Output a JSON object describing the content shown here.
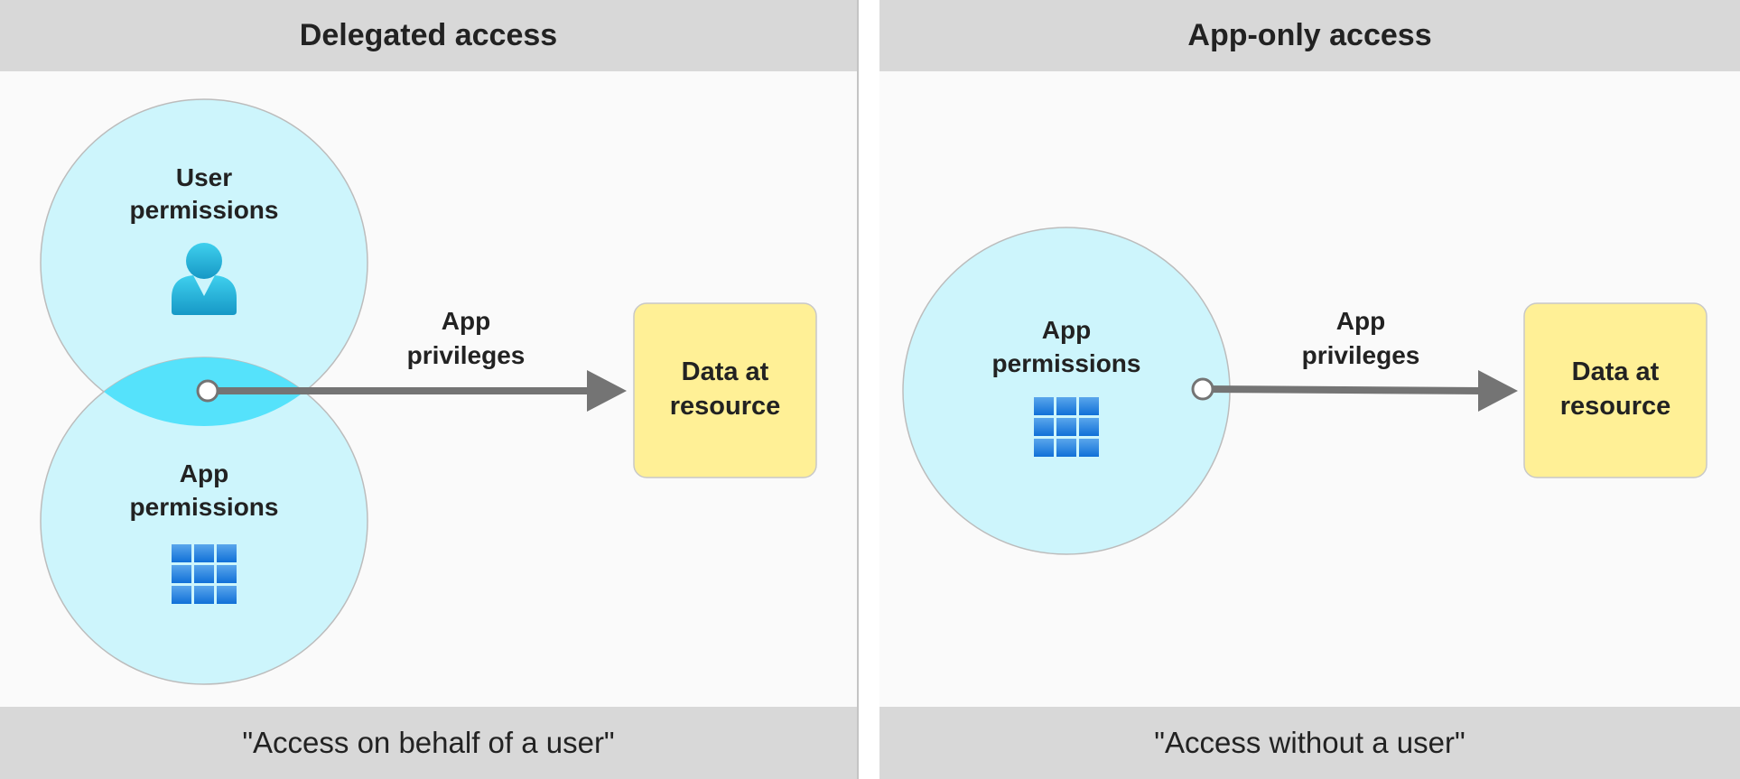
{
  "left_panel": {
    "title": "Delegated access",
    "footer": "\"Access on behalf of a user\"",
    "user_circle": {
      "line1": "User",
      "line2": "permissions",
      "icon": "user-icon"
    },
    "app_circle": {
      "line1": "App",
      "line2": "permissions",
      "icon": "app-grid-icon"
    },
    "arrow_label": {
      "line1": "App",
      "line2": "privileges"
    },
    "resource": {
      "line1": "Data at",
      "line2": "resource"
    }
  },
  "right_panel": {
    "title": "App-only access",
    "footer": "\"Access without a user\"",
    "app_circle": {
      "line1": "App",
      "line2": "permissions",
      "icon": "app-grid-icon"
    },
    "arrow_label": {
      "line1": "App",
      "line2": "privileges"
    },
    "resource": {
      "line1": "Data at",
      "line2": "resource"
    }
  },
  "colors": {
    "circle_fill": "#cdf5fc",
    "overlap_fill": "#55e2fb",
    "resource_fill": "#fff096",
    "arrow": "#747474",
    "header_bg": "#d8d8d8"
  }
}
